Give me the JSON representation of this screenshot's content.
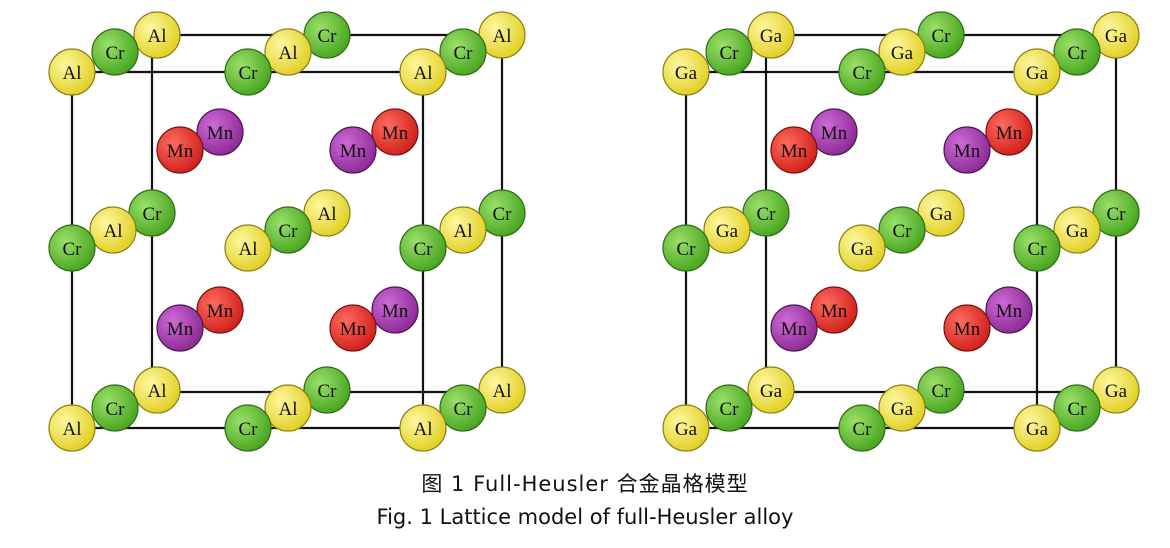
{
  "figure": {
    "caption_cn": "图 1   Full-Heusler 合金晶格模型",
    "caption_en": "Fig. 1   Lattice model of full-Heusler alloy"
  },
  "colors": {
    "Cr": "#5fbd2d",
    "Al": "#efe23d",
    "Ga": "#efe23d",
    "Mn_red": "#e3312b",
    "Mn_purple": "#a13ea8"
  },
  "models": [
    {
      "name": "Cr2MnAl",
      "z_element": "Al",
      "y_element": "Cr",
      "mn_label": "Mn"
    },
    {
      "name": "Cr2MnGa",
      "z_element": "Ga",
      "y_element": "Cr",
      "mn_label": "Mn"
    }
  ]
}
